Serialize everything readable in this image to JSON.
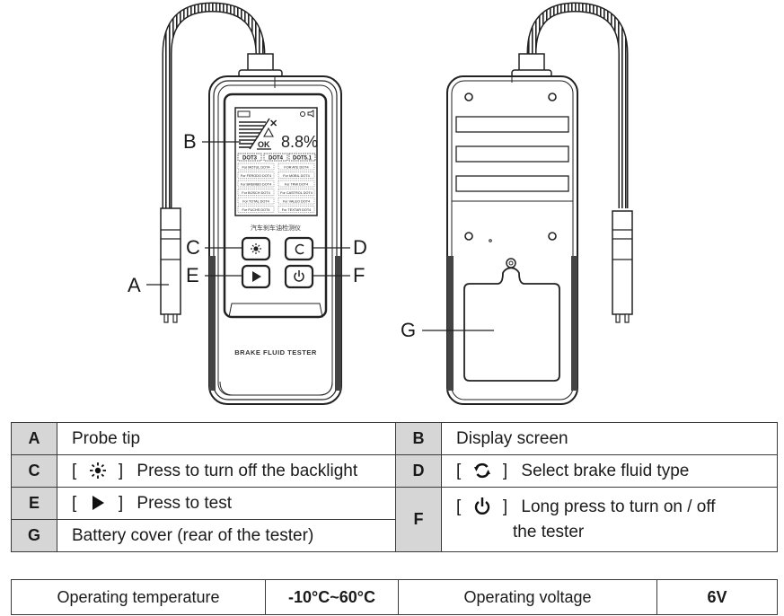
{
  "diagram": {
    "device_label": "BRAKE FLUID TESTER",
    "chinese_label": "汽车刹车油检测仪",
    "callouts": {
      "A": "A",
      "B": "B",
      "C": "C",
      "D": "D",
      "E": "E",
      "F": "F",
      "G": "G"
    },
    "lcd": {
      "reading": "8.8%",
      "status_ok": "OK",
      "status_fail": "✕",
      "warning_icon": "warning-triangle-icon",
      "battery_icon": "battery-icon",
      "dot_types": [
        "DOT3",
        "DOT4",
        "DOT5.1"
      ],
      "brands_left": [
        "For MOTUL DOT4",
        "For FERODO DOT4",
        "For BREMBO DOT4",
        "For BOSCH DOT4",
        "For TOTAL DOT4",
        "For FUCHS DOT4"
      ],
      "brands_right": [
        "FOR ATE DOT4",
        "For MOBIL DOT4",
        "For TRW DOT4",
        "For CASTROL DOT4",
        "For VALEO DOT4",
        "For TEXTAR DOT4"
      ]
    },
    "buttons": {
      "C": "backlight-icon",
      "D": "cycle-icon",
      "E": "play-icon",
      "F": "power-icon"
    }
  },
  "parts_table": {
    "rows": [
      {
        "key": "A",
        "text": "Probe tip",
        "key2": "B",
        "text2": "Display screen"
      },
      {
        "key": "C",
        "icon": "backlight-icon",
        "text": "Press to turn off the backlight",
        "key2": "D",
        "icon2": "cycle-icon",
        "text2": "Select brake fluid type"
      },
      {
        "key": "E",
        "icon": "play-icon",
        "text": "Press to test",
        "key2": "F",
        "icon2": "power-icon",
        "text2_line1": "Long press to turn on / off",
        "text2_line2": "the tester"
      },
      {
        "key": "G",
        "text": "Battery cover (rear of the tester)"
      }
    ],
    "bracket_open": "[",
    "bracket_close": "]"
  },
  "spec_table": {
    "temp_label": "Operating temperature",
    "temp_value": "-10°C~60°C",
    "voltage_label": "Operating voltage",
    "voltage_value": "6V"
  }
}
